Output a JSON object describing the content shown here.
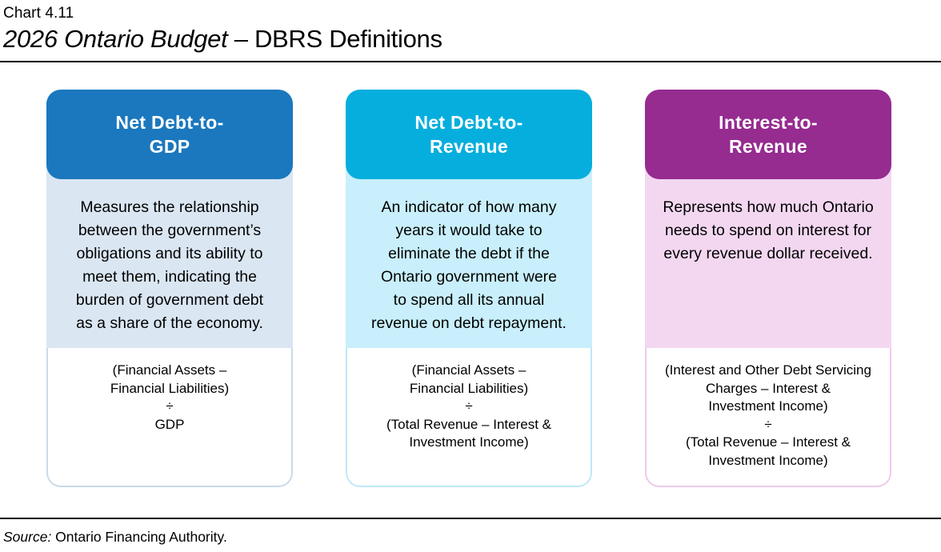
{
  "header": {
    "chart_label": "Chart 4.11",
    "title_italic": "2026 Ontario Budget",
    "title_rest": " – DBRS Definitions"
  },
  "cards": [
    {
      "title": "Net Debt-to-\nGDP",
      "description": "Measures the relationship\nbetween the government’s\nobligations and its ability to\nmeet them, indicating the\nburden of government debt\nas a share of the economy.",
      "formula": "(Financial Assets –\nFinancial Liabilities)\n÷\nGDP",
      "colors": {
        "header": "#1B78BE",
        "body": "#DAE6F2",
        "border": "#C9DAEB"
      }
    },
    {
      "title": "Net Debt-to-\nRevenue",
      "description": "An indicator of how many\nyears it would take to\neliminate the debt if the\nOntario government were\nto spend all its annual\nrevenue on debt repayment.",
      "formula": "(Financial Assets –\nFinancial Liabilities)\n÷\n(Total Revenue – Interest &\nInvestment Income)",
      "colors": {
        "header": "#06AEDD",
        "body": "#C8EFFB",
        "border": "#BEE8F6"
      }
    },
    {
      "title": "Interest-to-\nRevenue",
      "description": "Represents how much Ontario\nneeds to spend on interest for\nevery revenue dollar received.",
      "formula": "(Interest and Other Debt Servicing\nCharges – Interest &\nInvestment Income)\n÷\n(Total Revenue – Interest &\nInvestment Income)",
      "colors": {
        "header": "#962B90",
        "body": "#F3D7F1",
        "border": "#EFC9EC"
      }
    }
  ],
  "footer": {
    "source_label": "Source:",
    "source_text": " Ontario Financing Authority."
  }
}
